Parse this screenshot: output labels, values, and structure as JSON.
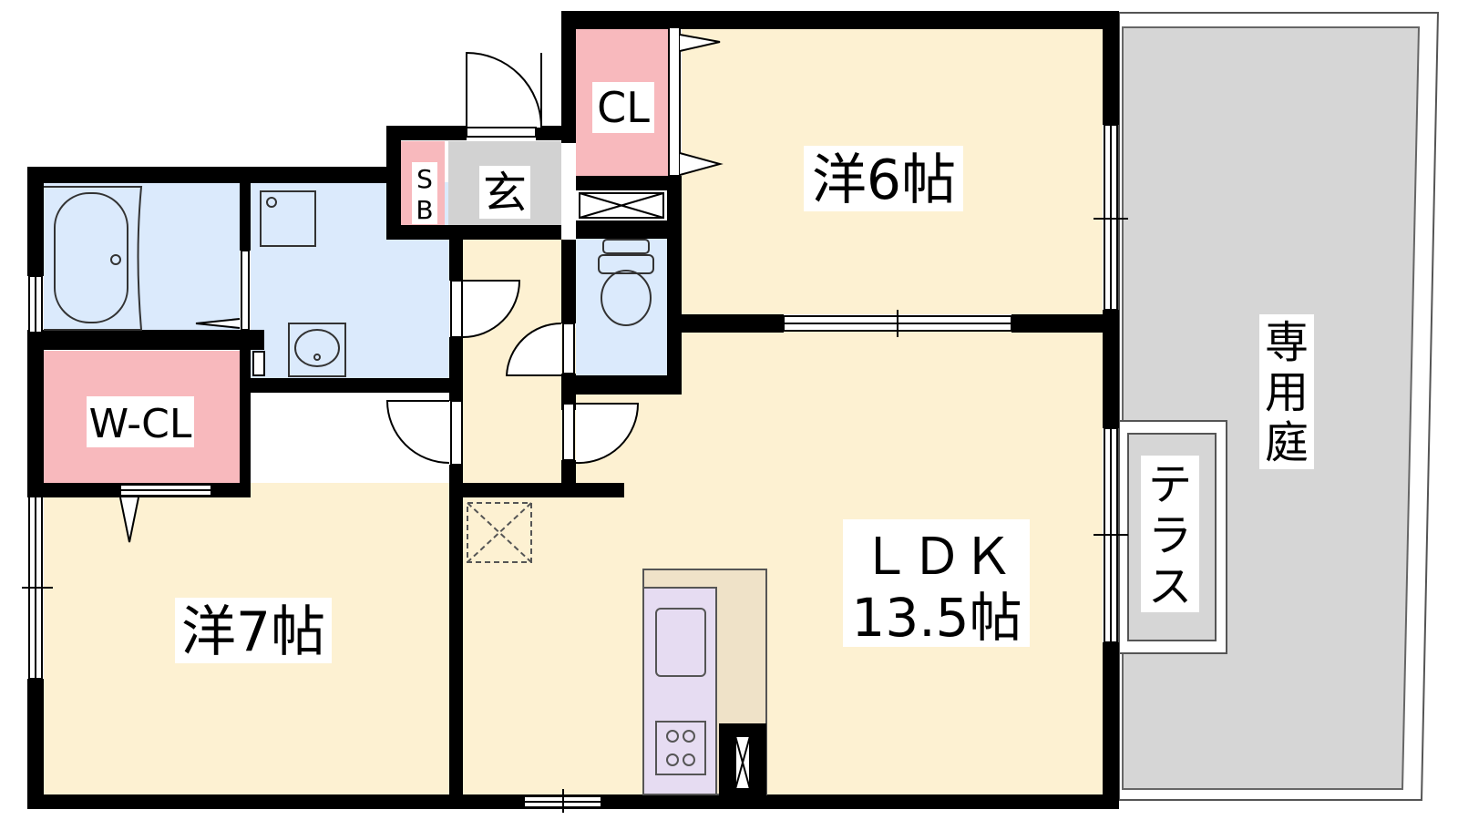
{
  "colors": {
    "room": "#fdf1d2",
    "wet": "#dbeafc",
    "closet": "#f8b9bd",
    "entrance": "#d2d2d2",
    "garden": "#d6d6d6",
    "kitchen": "#e6dcf2",
    "counter": "#efe2c8",
    "wall": "#000000"
  },
  "rooms": {
    "western6": {
      "label": "洋6帖"
    },
    "western7": {
      "label": "洋7帖"
    },
    "ldk": {
      "label_line1": "ＬＤＫ",
      "label_line2": "13.5帖"
    },
    "closet": {
      "label": "CL"
    },
    "walk_in_closet": {
      "label": "W-CL"
    },
    "entrance": {
      "label": "玄"
    },
    "shoe_box": {
      "label_line1": "S",
      "label_line2": "B"
    },
    "garden": {
      "label_line1": "専",
      "label_line2": "用",
      "label_line3": "庭"
    },
    "terrace": {
      "label_line1": "テ",
      "label_line2": "ラ",
      "label_line3": "ス"
    }
  }
}
